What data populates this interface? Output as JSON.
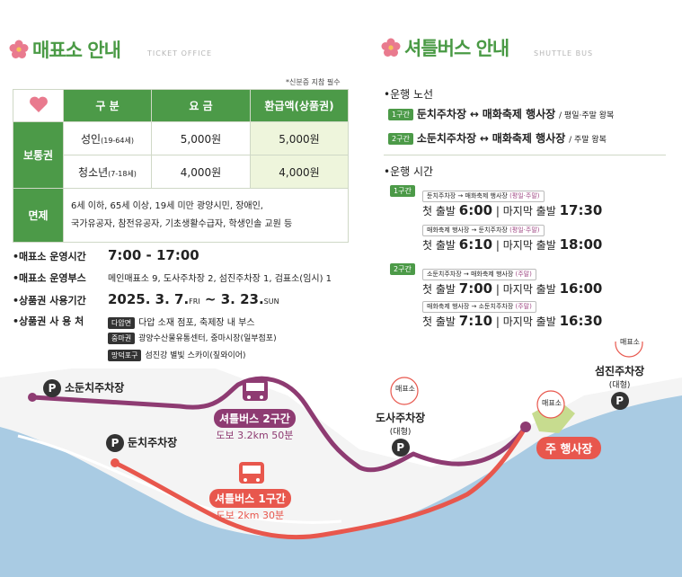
{
  "ticket": {
    "title": "매표소 안내",
    "subtitle": "TICKET OFFICE",
    "note": "*신분증 지참 필수",
    "headers": [
      "구 분",
      "요 금",
      "환급액(상품권)"
    ],
    "general": {
      "label": "보통권",
      "rows": [
        {
          "name": "성인",
          "age": "(19-64세)",
          "fee": "5,000원",
          "refund": "5,000원"
        },
        {
          "name": "청소년",
          "age": "(7-18세)",
          "fee": "4,000원",
          "refund": "4,000원"
        }
      ]
    },
    "exempt": {
      "label": "면제",
      "line1": "6세 이하, 65세 이상, 19세 미만 광양시민, 장애인,",
      "line2": "국가유공자, 참전유공자, 기초생활수급자, 학생인솔 교원 등"
    }
  },
  "info": {
    "hours_label": "•매표소 운영시간",
    "hours_value": "7:00 - 17:00",
    "booth_label": "•매표소 운영부스",
    "booth_value": "메인매표소 9, 도사주차장 2, 섬진주차장 1, 검표소(임시) 1",
    "period_label": "•상품권 사용기간",
    "period_start": "2025. 3. 7.",
    "period_start_day": "FRI",
    "period_sep": " ~ ",
    "period_end": "3. 23.",
    "period_end_day": "SUN",
    "places_label": "•상품권 사 용 처",
    "places": [
      {
        "tag": "다압면",
        "text": "다압 소재 점포, 축제장 내 부스"
      },
      {
        "tag": "중마권",
        "text": "광양수산물유통센터, 중마시장(일부점포)"
      },
      {
        "tag": "망덕포구",
        "text": "섬진강 별빛 스카이(짚와이어)"
      }
    ]
  },
  "shuttle": {
    "title": "셔틀버스 안내",
    "subtitle": "SHUTTLE BUS",
    "route_heading": "•운행 노선",
    "routes": [
      {
        "tag": "1구간",
        "from": "둔치주차장",
        "arrow": "↔",
        "to": "매화축제 행사장",
        "note": "/ 평일·주말 왕복"
      },
      {
        "tag": "2구간",
        "from": "소둔치주차장",
        "arrow": "↔",
        "to": "매화축제 행사장",
        "note": "/ 주말 왕복"
      }
    ],
    "time_heading": "•운행 시간",
    "schedules": [
      {
        "tag": "1구간",
        "legs": [
          {
            "route": "둔치주차장 → 매화축제 행사장",
            "days": "(평일·주말)",
            "first_label": "첫 출발",
            "first": "6:00",
            "last_label": "마지막 출발",
            "last": "17:30"
          },
          {
            "route": "매화축제 행사장 → 둔치주차장",
            "days": "(평일·주말)",
            "first_label": "첫 출발",
            "first": "6:10",
            "last_label": "마지막 출발",
            "last": "18:00"
          }
        ]
      },
      {
        "tag": "2구간",
        "legs": [
          {
            "route": "소둔치주차장 → 매화축제 행사장",
            "days": "(주말)",
            "first_label": "첫 출발",
            "first": "7:00",
            "last_label": "마지막 출발",
            "last": "16:00"
          },
          {
            "route": "매화축제 행사장 → 소둔치주차장",
            "days": "(주말)",
            "first_label": "첫 출발",
            "first": "7:10",
            "last_label": "마지막 출발",
            "last": "16:30"
          }
        ]
      }
    ]
  },
  "map": {
    "p_symbol": "P",
    "sodunchi": "소둔치주차장",
    "dunchi": "둔치주차장",
    "dosa": "도사주차장",
    "dosa_size": "(대형)",
    "seomjin": "섬진주차장",
    "seomjin_size": "(대형)",
    "ticket_pin": "매표소",
    "venue": "주 행사장",
    "bus2_label": "셔틀버스 2구간",
    "bus2_walk": "도보 3.2km 50분",
    "bus1_label": "셔틀버스 1구간",
    "bus1_walk": "도보 2km 30분",
    "colors": {
      "route2": "#8e3b72",
      "route1": "#e8574d",
      "river": "#a9cbe3",
      "green": "#4c9a48"
    }
  }
}
